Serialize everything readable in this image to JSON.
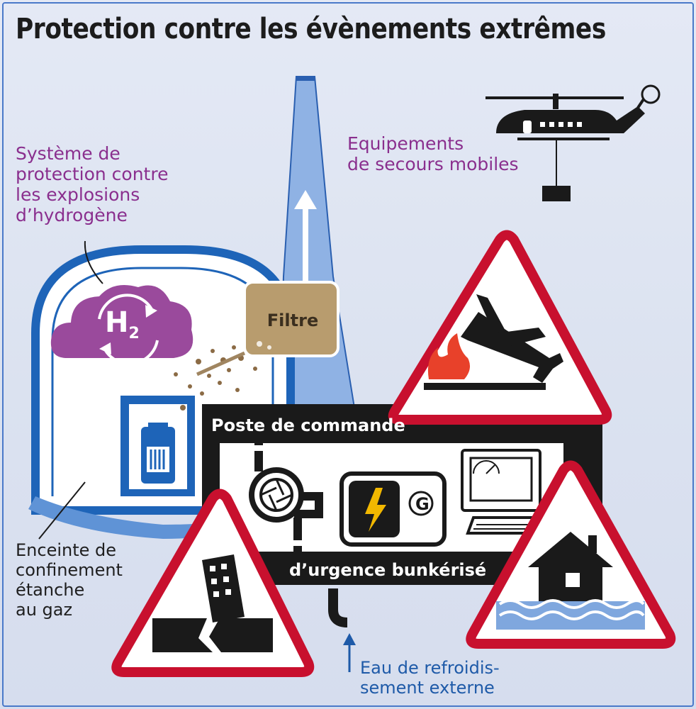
{
  "title": "Protection contre les évènements extrêmes",
  "labels": {
    "hydrogen_system": "Système de\nprotection contre\nles explosions\nd’hydrogène",
    "mobile_equipment": "Equipements\nde secours mobiles",
    "filter": "Filtre",
    "h2": "H",
    "h2_sub": "2",
    "command_post_top": "Poste de commande",
    "command_post_bottom": "d’urgence bunkérisé",
    "containment": "Enceinte de\nconfinement\nétanche\nau gaz",
    "cooling_water": "Eau de refroidis-\nsement externe",
    "generator": "G"
  },
  "colors": {
    "containment_blue": "#1e64b8",
    "hydrogen_purple": "#9a4a9c",
    "filter_brown": "#b89c6e",
    "bunker_black": "#1a1a1a",
    "warning_red": "#c8102e",
    "stack_blue": "#7fa7de",
    "lightning_yellow": "#f2b800"
  },
  "icons": [
    "helicopter-icon",
    "recycle-arrows-icon",
    "airplane-crash-icon",
    "fire-icon",
    "earthquake-building-icon",
    "flood-house-icon",
    "pump-icon",
    "generator-icon",
    "computer-icon",
    "lightning-icon"
  ]
}
